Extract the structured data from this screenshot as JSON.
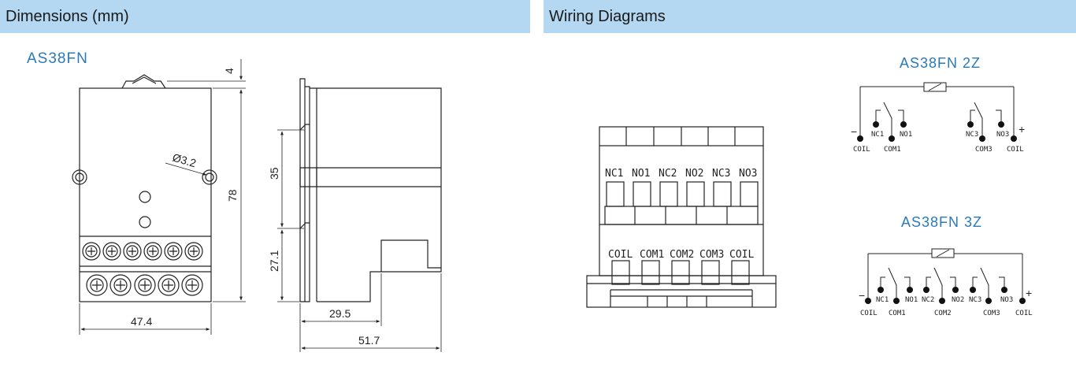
{
  "sections": {
    "dimensions_title": "Dimensions (mm)",
    "wiring_title": "Wiring Diagrams"
  },
  "model": "AS38FN",
  "dimensions": {
    "top_gap": "4",
    "hole_dia": "Ø3.2",
    "height": "78",
    "width": "47.4",
    "mount_upper": "35",
    "mount_lower": "27.1",
    "depth_short": "29.5",
    "depth_total": "51.7"
  },
  "terminal_block": {
    "top_labels": [
      "NC1",
      "NO1",
      "NC2",
      "NO2",
      "NC3",
      "NO3"
    ],
    "bottom_labels": [
      "COIL",
      "COM1",
      "COM2",
      "COM3",
      "COIL"
    ]
  },
  "diagram_2z": {
    "title": "AS38FN 2Z",
    "labels": [
      "NC1",
      "NO1",
      "NC3",
      "NO3",
      "COIL",
      "COM1",
      "COM3",
      "COIL"
    ],
    "minus": "−",
    "plus": "+"
  },
  "diagram_3z": {
    "title": "AS38FN 3Z",
    "labels": [
      "NC1",
      "NO1",
      "NC2",
      "NO2",
      "NC3",
      "NO3",
      "COIL",
      "COM1",
      "COM2",
      "COM3",
      "COIL"
    ],
    "minus": "−",
    "plus": "+"
  }
}
